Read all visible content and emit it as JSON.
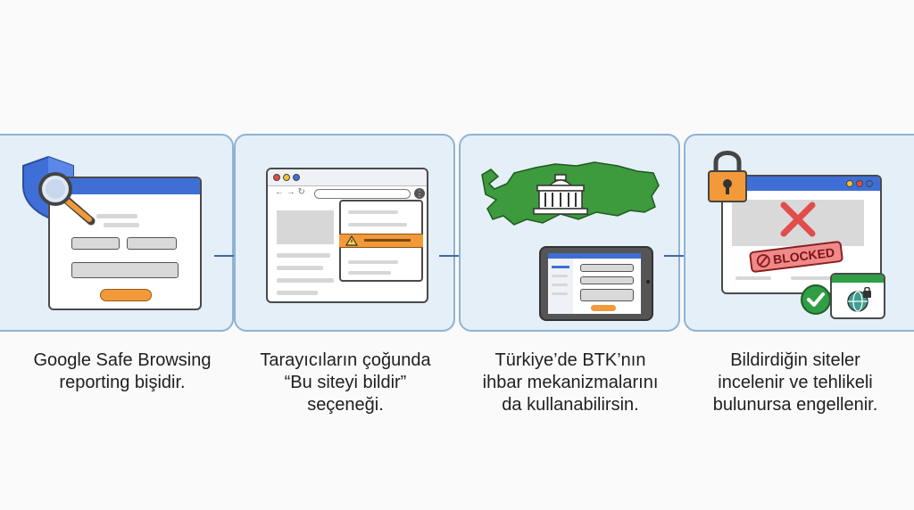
{
  "steps": [
    {
      "caption_line1": "Google Safe Browsing",
      "caption_line2": "reporting bişidir.",
      "caption_line3": ""
    },
    {
      "caption_line1": "Tarayıcıların çoğunda",
      "caption_line2": "“Bu siteyi bildir”",
      "caption_line3": "seçeneği."
    },
    {
      "caption_line1": "Türkiye’de BTK’nın",
      "caption_line2": "ihbar mekanizmalarını",
      "caption_line3": "da kullanabilirsin."
    },
    {
      "caption_line1": "Bildirdiğin siteler",
      "caption_line2": "incelenir ve tehlikeli",
      "caption_line3": "bulunursa engellenir."
    }
  ],
  "badge": {
    "blocked_label": "BLOCKED"
  },
  "icons": {
    "step1": [
      "shield-icon",
      "magnifier-icon",
      "browser-form-icon"
    ],
    "step2": [
      "browser-window-icon",
      "warning-icon",
      "menu-dots-icon"
    ],
    "step3": [
      "turkey-map-icon",
      "government-building-icon",
      "tablet-icon"
    ],
    "step4": [
      "padlock-icon",
      "x-mark-icon",
      "check-icon",
      "globe-lock-icon"
    ]
  },
  "colors": {
    "accent_blue": "#3f6fd6",
    "orange": "#f29a3a",
    "map_green": "#3d9a3d",
    "red": "#e24c4c",
    "check_green": "#2f9e44",
    "panel_bg": "#e4eff8"
  }
}
